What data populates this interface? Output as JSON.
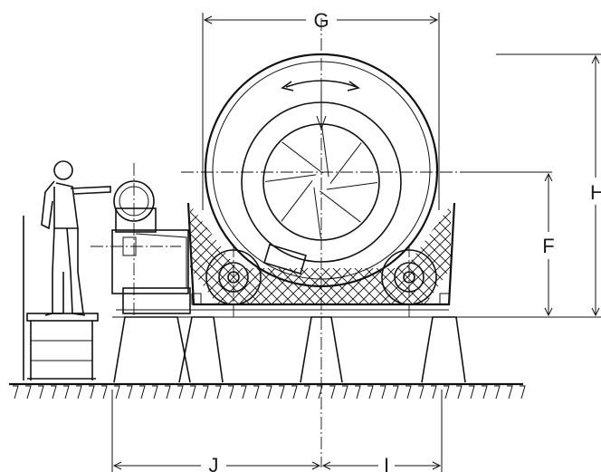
{
  "diagram": {
    "labels": {
      "G": "G",
      "H": "H",
      "F": "F",
      "J": "J",
      "I": "I"
    },
    "colors": {
      "ink": "#111111",
      "background": "#ffffff"
    },
    "icons": {
      "rotation": "rotation-arrow-icon",
      "person": "operator-figure-icon"
    }
  }
}
